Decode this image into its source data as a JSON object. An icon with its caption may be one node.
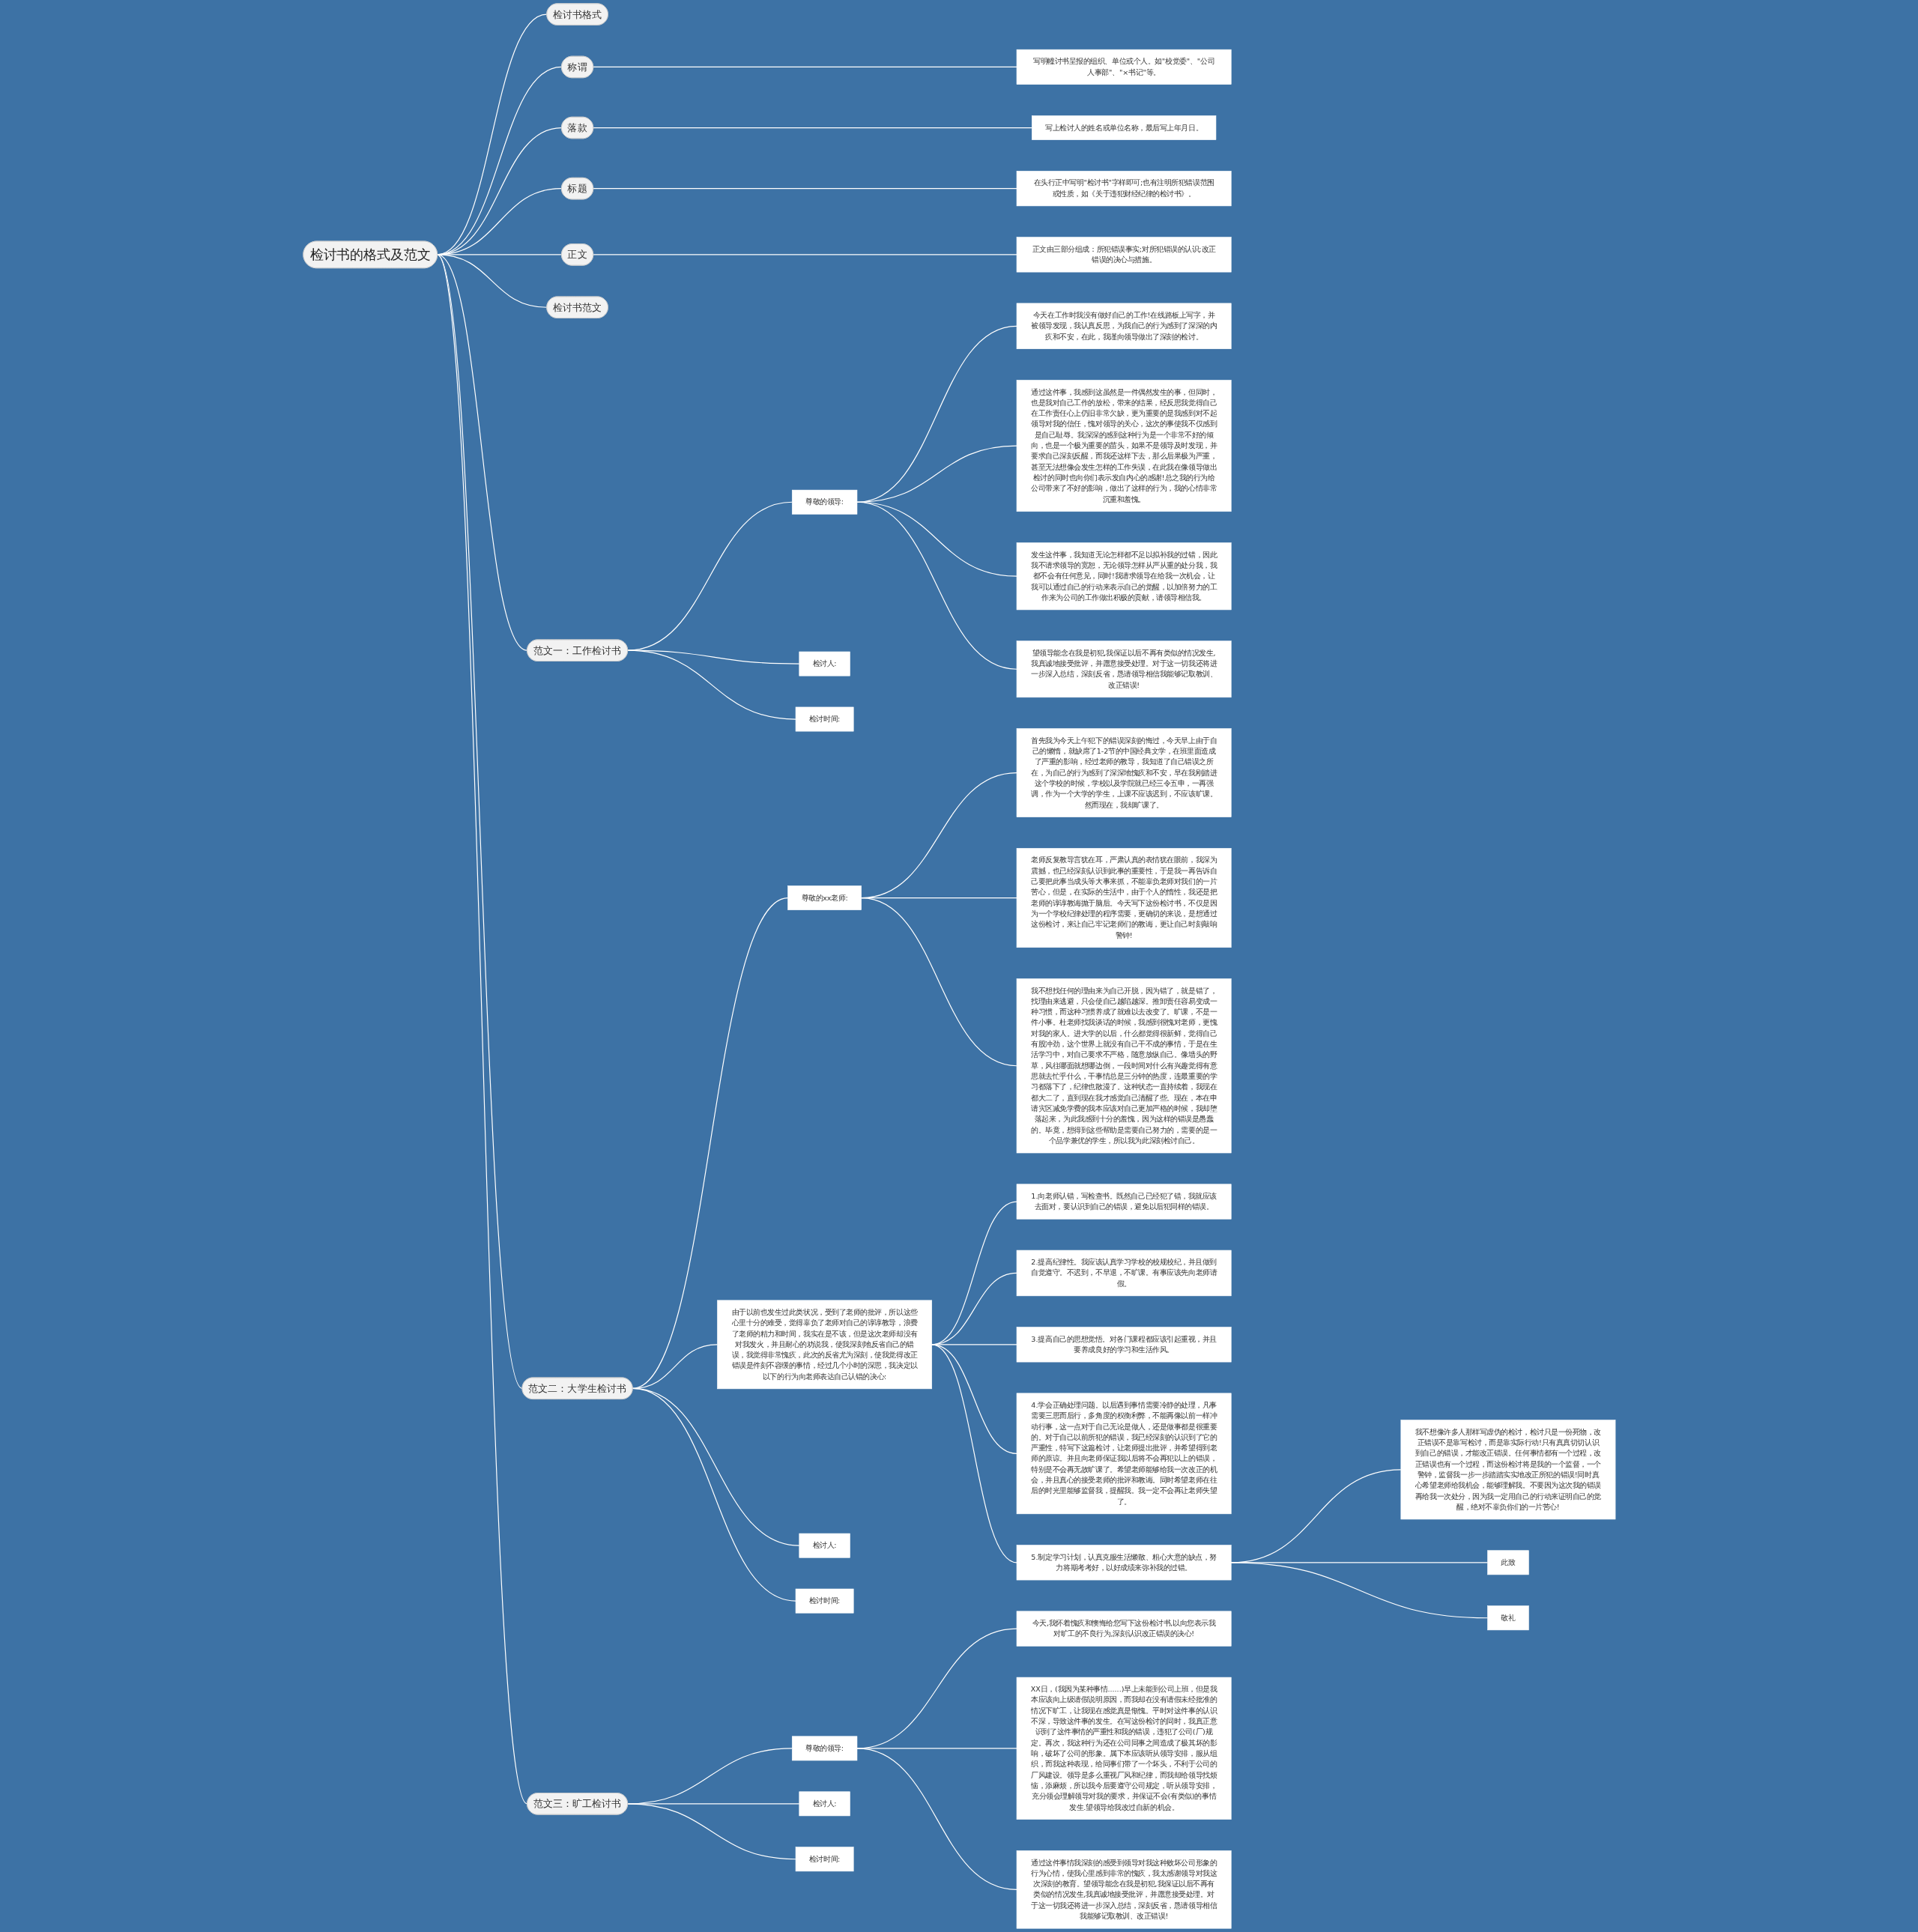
{
  "diagram": {
    "nodes": [
      {
        "text": [
          "检讨书的格式及范文"
        ]
      },
      {
        "text": [
          "检讨书格式"
        ]
      },
      {
        "text": [
          "称谓"
        ]
      },
      {
        "text": [
          "写明幢讨书呈报的组织、单位或个人。如\"校党委\"、\"公司人事部\"、\"×书记\"等。"
        ]
      },
      {
        "text": [
          "落款"
        ]
      },
      {
        "text": [
          "写上检讨人的姓名或单位名称，最后写上年月日。"
        ]
      },
      {
        "text": [
          "标题"
        ]
      },
      {
        "text": [
          "在头行正中写明\"检讨书\"字样即可;也有注明所犯错误范围或性质，如《关于违犯财经纪律的检讨书》。"
        ]
      },
      {
        "text": [
          "正文"
        ]
      },
      {
        "text": [
          "正文由三部分组成：所犯错误事实;对所犯错误的认识;改正错误的决心与措施。"
        ]
      },
      {
        "text": [
          "检讨书范文"
        ]
      },
      {
        "text": [
          "范文一：工作检讨书"
        ]
      },
      {
        "text": [
          "尊敬的领导:"
        ]
      },
      {
        "text": [
          "今天在工作时我没有做好自己的工作!在线路板上写字，并被领导发现，我认真反思，为我自己的行为感到了深深的内疚和不安，在此，我谨向领导做出了深刻的检讨。"
        ]
      },
      {
        "text": [
          "通过这件事，我感到这虽然是一件偶然发生的事，但同时，也是我对自己工作的放松，带来的结果，经反思我觉得自己在工作责任心上仍旧非常欠缺，更为重要的是我感到对不起领导对我的信任，愧对领导的关心，这次的事使我不仅感到是自己耻辱。我深深的感到这种行为是一个非常不好的倾向，也是一个极为重要的苗头，如果不是领导及时发现，并要求自己深刻反醒，而我还这样下去，那么后果极为严重，甚至无法想像会发生怎样的工作失误，在此我在像领导做出检讨的同时也向你们表示发自内心的感谢!总之我的行为给公司带来了不好的影响，做出了这样的行为，我的心情非常沉重和羞愧。"
        ]
      },
      {
        "text": [
          "发生这件事，我知道无论怎样都不足以拟补我的过错，因此我不请求领导的宽恕，无论领导怎样从严从重的处分我，我都不会有任何意见，同时!我请求领导在给我一次机会，让我可以通过自己的行动来表示自己的觉醒，以加倍努力的工作来为公司的工作做出积极的贡献，请领导相信我。"
        ]
      },
      {
        "text": [
          "望领导能念在我是初犯,我保证以后不再有类似的情况发生,我真诚地接受批评，并愿意接受处理。对于这一切我还将进一步深入总结，深刻反省，恳请领导相信我能够记取教训、改正错误!"
        ]
      },
      {
        "text": [
          "检讨人:"
        ]
      },
      {
        "text": [
          "检讨时间:"
        ]
      },
      {
        "text": [
          "范文二：大学生检讨书"
        ]
      },
      {
        "text": [
          "尊敬的xx老师:"
        ]
      },
      {
        "text": [
          "首先我为今天上午犯下的错误深刻的悔过，今天早上由于自己的懒惰，就缺席了1-2节的中国经典文学，在班里面造成了严重的影响，经过老师的教导，我知道了自己错误之所在，为自己的行为感到了深深地愧疚和不安，早在我刚踏进这个学校的时候，学校以及学院就已经三令五申，一再强调，作为一个大学的学生，上课不应该迟到，不应该旷课。然而现在，我却旷课了。"
        ]
      },
      {
        "text": [
          "老师反复教导言犹在耳，严肃认真的表情犹在眼前，我深为震撼，也已经深刻认识到此事的重要性，于是我一再告诉自己要把此事当成头等大事来抓，不能辜负老师对我们的一片苦心，但是，在实际的生活中，由于个人的惰性，我还是把老师的谆谆教诲抛于脑后。今天写下这份检讨书，不仅是因为一个学校纪律处理的程序需要，更确切的来说，是想通过这份检讨，来让自己牢记老师们的教诲，更让自己时刻敲响警钟!"
        ]
      },
      {
        "text": [
          "我不想找任何的理由来为自己开脱，因为错了，就是错了，找理由来逃避，只会使自己越陷越深。推卸责任容易变成一种习惯，而这种习惯养成了就难以去改变了。旷课，不是一件小事。杜老师找我谈话的时候，我感到很愧对老师，更愧对我的家人。进大学的以后，什么都觉得很新鲜，觉得自己有股冲劲，这个世界上就没有自己干不成的事情，于是在生活学习中，对自己要求不严格，随意放纵自己。像墙头的野草，风往哪面就想哪边倒，一段时间对什么有兴趣觉得有意思就去忙乎什么，干事情总是三分钟的热度，连最重要的学习都落下了，纪律也散漫了。这种状态一直持续着，我现在都大二了，直到现在我才感觉自己清醒了些。现在，本在申请灾区减免学费的我本应该对自己更加严格的时候，我却堕落起来，为此我感到十分的羞愧，因为这样的错误是愚蠢的。毕竟，想得到这些帮助是需要自己努力的，需要的是一个品学兼优的学生，所以我为此深刻检讨自己。"
        ]
      },
      {
        "text": [
          "由于以前也发生过此类状况，受到了老师的批评，所以这些心里十分的难受，觉得辜负了老师对自己的谆谆教导，浪费了老师的精力和时间，我实在是不该，但是这次老师却没有对我发火，并且耐心的劝说我，使我深刻地反省自己的错误，我觉得非常愧疚，此次的反省尤为深刻，使我觉得改正错误是件刻不容缓的事情，经过几个小时的深思，我决定以以下的行为向老师表达自己认错的决心:"
        ]
      },
      {
        "text": [
          "1.向老师认错，写检查书。既然自己已经犯了错，我就应该去面对，要认识到自己的错误，避免以后犯同样的错误。"
        ]
      },
      {
        "text": [
          "2.提高纪律性。我应该认真学习学校的校规校纪，并且做到自觉遵守。不迟到，不早退，不旷课。有事应该先向老师请假。"
        ]
      },
      {
        "text": [
          "3.提高自己的思想觉悟。对各门课程都应该引起重视，并且要养成良好的学习和生活作风。"
        ]
      },
      {
        "text": [
          "4.学会正确处理问题。以后遇到事情需要冷静的处理，凡事需要三思而后行，多角度的权衡利弊，不能再像以前一样冲动行事，这一点对于自己无论是做人，还是做事都是很重要的。对于自己以前所犯的错误，我已经深刻的认识到了它的严重性，特写下这篇检讨，让老师提出批评，并希望得到老师的原谅。并且向老师保证我以后将不会再犯以上的错误，特别是不会再无故旷课了。希望老师能够给我一次改正的机会，并且真心的接受老师的批评和教诲。同时希望老师在往后的时光里能够监督我，提醒我。我一定不会再让老师失望了。"
        ]
      },
      {
        "text": [
          "5.制定学习计划，认真克服生活懒散、粗心大意的缺点，努力将期考考好，以好成绩来弥补我的过错。"
        ]
      },
      {
        "text": [
          "我不想像许多人那样写虚伪的检讨，检讨只是一份死物，改正错误不是靠写检讨，而是靠实际行动!只有真真切切认识到自己的错误，才能改正错误。任何事情都有一个过程，改正错误也有一个过程，而这份检讨将是我的一个监督，一个警钟，监督我一步一步踏踏实实地改正所犯的错误!同时真心希望老师给我机会，能够理解我。不要因为这次我的错误再给我一次处分，因为我一定用自己的行动来证明自己的觉醒，绝对不辜负你们的一片苦心!"
        ]
      },
      {
        "text": [
          "此致"
        ]
      },
      {
        "text": [
          "敬礼"
        ]
      },
      {
        "text": [
          "检讨人:"
        ]
      },
      {
        "text": [
          "检讨时间:"
        ]
      },
      {
        "text": [
          "范文三：旷工检讨书"
        ]
      },
      {
        "text": [
          "尊敬的领导:"
        ]
      },
      {
        "text": [
          "今天,我怀着愧疚和懊悔给您写下这份检讨书,以向您表示我对旷工的不良行为,深刻认识改正错误的决心!"
        ]
      },
      {
        "text": [
          "XX日，(我因为某种事情......)早上未能到公司上班，但是我本应该向上级请假说明原因，而我却在没有请假未经批准的情况下旷工，让我现在感觉真是惭愧。平时对这件事的认识不深，导致这件事的发生。在写这份检讨的同时，我真正意识到了这件事情的严重性和我的错误，违犯了公司(厂)规定。再次，我这种行为还在公司同事之间造成了极其坏的影响，破坏了公司的形象。属下本应该听从领导安排，服从组织，而我这种表现，给同事们带了一个坏头，不利于公司的厂风建设。领导是多么重视厂风和纪律，而我却给领导找烦恼，添麻烦，所以我今后要遵守公司规定，听从领导安排，充分领会理解领导对我的要求，并保证不会(有类似)的事情发生.望领导给我改过自新的机会。"
        ]
      },
      {
        "text": [
          "通过这件事情我深刻的感受到领导对我这种败坏公司形象的行为心情，使我心里感到非常的愧疚，我太感谢领导对我这次深刻的教育。望领导能念在我是初犯,我保证以后不再有类似的情况发生,我真诚地接受批评，并愿意接受处理。对于这一切我还将进一步深入总结，深刻反省，恳请领导相信我能够记取教训、改正错误!"
        ]
      },
      {
        "text": [
          "检讨人:"
        ]
      },
      {
        "text": [
          "检讨时间:"
        ]
      }
    ],
    "edges": [
      {
        "from": 0,
        "to": 1,
        "arrow": "none"
      },
      {
        "from": 0,
        "to": 2,
        "arrow": "none"
      },
      {
        "from": 2,
        "to": 3,
        "arrow": "none"
      },
      {
        "from": 0,
        "to": 4,
        "arrow": "none"
      },
      {
        "from": 4,
        "to": 5,
        "arrow": "none"
      },
      {
        "from": 0,
        "to": 6,
        "arrow": "none"
      },
      {
        "from": 6,
        "to": 7,
        "arrow": "none"
      },
      {
        "from": 0,
        "to": 8,
        "arrow": "none"
      },
      {
        "from": 8,
        "to": 9,
        "arrow": "none"
      },
      {
        "from": 0,
        "to": 10,
        "arrow": "none"
      },
      {
        "from": 0,
        "to": 11,
        "arrow": "none"
      },
      {
        "from": 11,
        "to": 12,
        "arrow": "none"
      },
      {
        "from": 12,
        "to": 13,
        "arrow": "none"
      },
      {
        "from": 12,
        "to": 14,
        "arrow": "none"
      },
      {
        "from": 12,
        "to": 15,
        "arrow": "none"
      },
      {
        "from": 12,
        "to": 16,
        "arrow": "none"
      },
      {
        "from": 11,
        "to": 17,
        "arrow": "none"
      },
      {
        "from": 11,
        "to": 18,
        "arrow": "none"
      },
      {
        "from": 0,
        "to": 19,
        "arrow": "none"
      },
      {
        "from": 19,
        "to": 20,
        "arrow": "none"
      },
      {
        "from": 20,
        "to": 21,
        "arrow": "none"
      },
      {
        "from": 20,
        "to": 22,
        "arrow": "none"
      },
      {
        "from": 20,
        "to": 23,
        "arrow": "none"
      },
      {
        "from": 19,
        "to": 24,
        "arrow": "none"
      },
      {
        "from": 24,
        "to": 25,
        "arrow": "none"
      },
      {
        "from": 24,
        "to": 26,
        "arrow": "none"
      },
      {
        "from": 24,
        "to": 27,
        "arrow": "none"
      },
      {
        "from": 24,
        "to": 28,
        "arrow": "none"
      },
      {
        "from": 24,
        "to": 29,
        "arrow": "none"
      },
      {
        "from": 29,
        "to": 30,
        "arrow": "none"
      },
      {
        "from": 29,
        "to": 31,
        "arrow": "none"
      },
      {
        "from": 29,
        "to": 32,
        "arrow": "none"
      },
      {
        "from": 19,
        "to": 33,
        "arrow": "none"
      },
      {
        "from": 19,
        "to": 34,
        "arrow": "none"
      },
      {
        "from": 0,
        "to": 35,
        "arrow": "none"
      },
      {
        "from": 35,
        "to": 36,
        "arrow": "none"
      },
      {
        "from": 36,
        "to": 37,
        "arrow": "none"
      },
      {
        "from": 36,
        "to": 38,
        "arrow": "none"
      },
      {
        "from": 36,
        "to": 39,
        "arrow": "none"
      },
      {
        "from": 35,
        "to": 40,
        "arrow": "none"
      },
      {
        "from": 35,
        "to": 41,
        "arrow": "none"
      }
    ]
  }
}
